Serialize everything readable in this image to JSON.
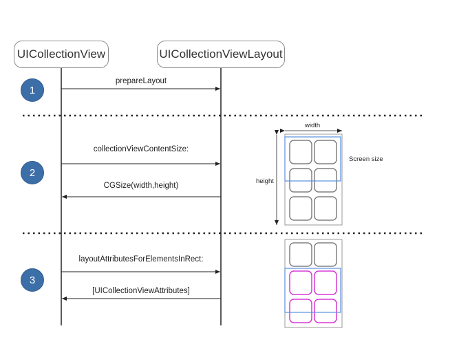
{
  "participants": {
    "collection_view": "UICollectionView",
    "layout": "UICollectionViewLayout"
  },
  "steps": [
    {
      "number": "1",
      "messages": [
        "prepareLayout"
      ]
    },
    {
      "number": "2",
      "messages": [
        "collectionViewContentSize:",
        "CGSize(width,height)"
      ]
    },
    {
      "number": "3",
      "messages": [
        "layoutAttributesForElementsInRect:",
        "[UICollectionViewAttributes]"
      ]
    }
  ],
  "dimension_labels": {
    "width": "width",
    "height": "height",
    "screen_size": "Screen size"
  },
  "colors": {
    "step_badge": "#3c6fa8",
    "screen_rect": "#5b8fe0",
    "cell": "#808080",
    "visible_cell": "#d63ad6"
  }
}
